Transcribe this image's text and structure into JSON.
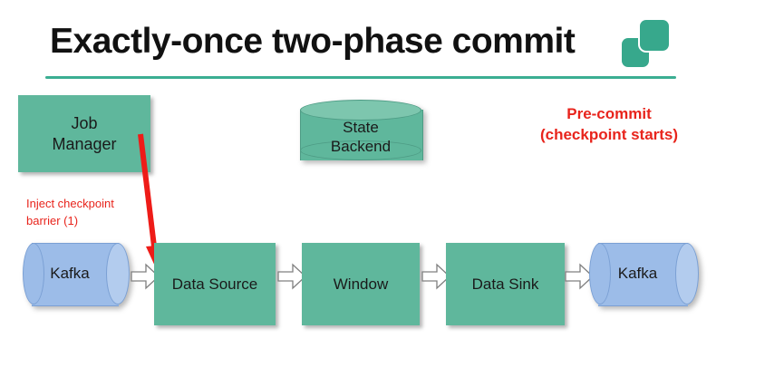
{
  "slide": {
    "title": "Exactly-once two-phase commit",
    "accent_color": "#3BAE92",
    "box_color": "#5FB79C",
    "cylinder_color": "#9CBCE8",
    "annotation_color": "#E8241C"
  },
  "logo": {
    "name": "flink-logo",
    "shape": "two-rounded-squares",
    "color": "#37A88C"
  },
  "nodes": {
    "job_manager": "Job\nManager",
    "job_manager_line1": "Job",
    "job_manager_line2": "Manager",
    "state_backend_line1": "State",
    "state_backend_line2": "Backend",
    "kafka_source": "Kafka",
    "data_source": "Data Source",
    "window": "Window",
    "data_sink": "Data Sink",
    "kafka_sink": "Kafka"
  },
  "annotations": {
    "inject_label_line1": "Inject checkpoint",
    "inject_label_line2": "barrier (1)",
    "precommit_line1": "Pre-commit",
    "precommit_line2": "(checkpoint starts)"
  },
  "flow_arrows": [
    {
      "from": "kafka_source",
      "to": "data_source"
    },
    {
      "from": "data_source",
      "to": "window"
    },
    {
      "from": "window",
      "to": "data_sink"
    },
    {
      "from": "data_sink",
      "to": "kafka_sink"
    }
  ]
}
